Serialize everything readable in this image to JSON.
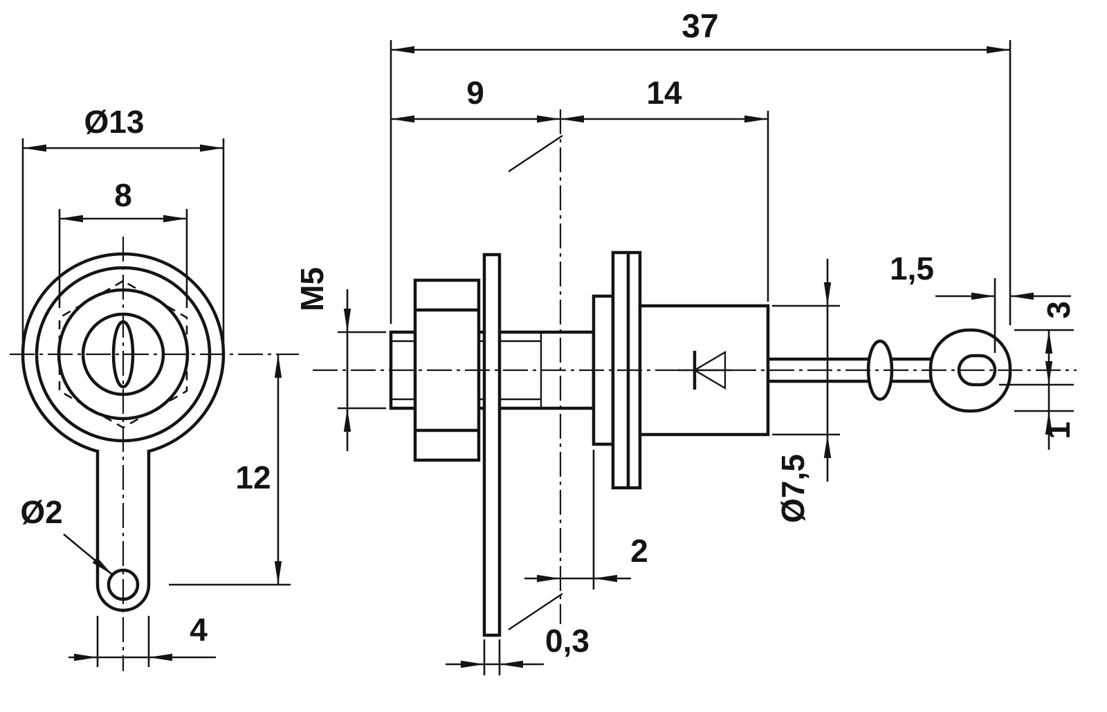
{
  "meta": {
    "drawing_type": "technical-dimension-drawing",
    "component": "stud-mount diode with solder lug",
    "line_color": "#141414",
    "background_color": "#ffffff"
  },
  "front_view": {
    "dims": {
      "outer_dia": "Ø13",
      "flat_width": "8",
      "lug_hole_offset": "12",
      "hole_dia": "Ø2",
      "lug_width": "4"
    }
  },
  "side_view": {
    "dims": {
      "overall_length": "37",
      "front_length": "9",
      "body_length": "14",
      "thread": "M5",
      "terminal_end_margin": "1,5",
      "terminal_eye": "3",
      "terminal_slot": "1",
      "body_dia": "Ø7,5",
      "panel_gap": "2",
      "lug_thickness": "0,3"
    }
  }
}
